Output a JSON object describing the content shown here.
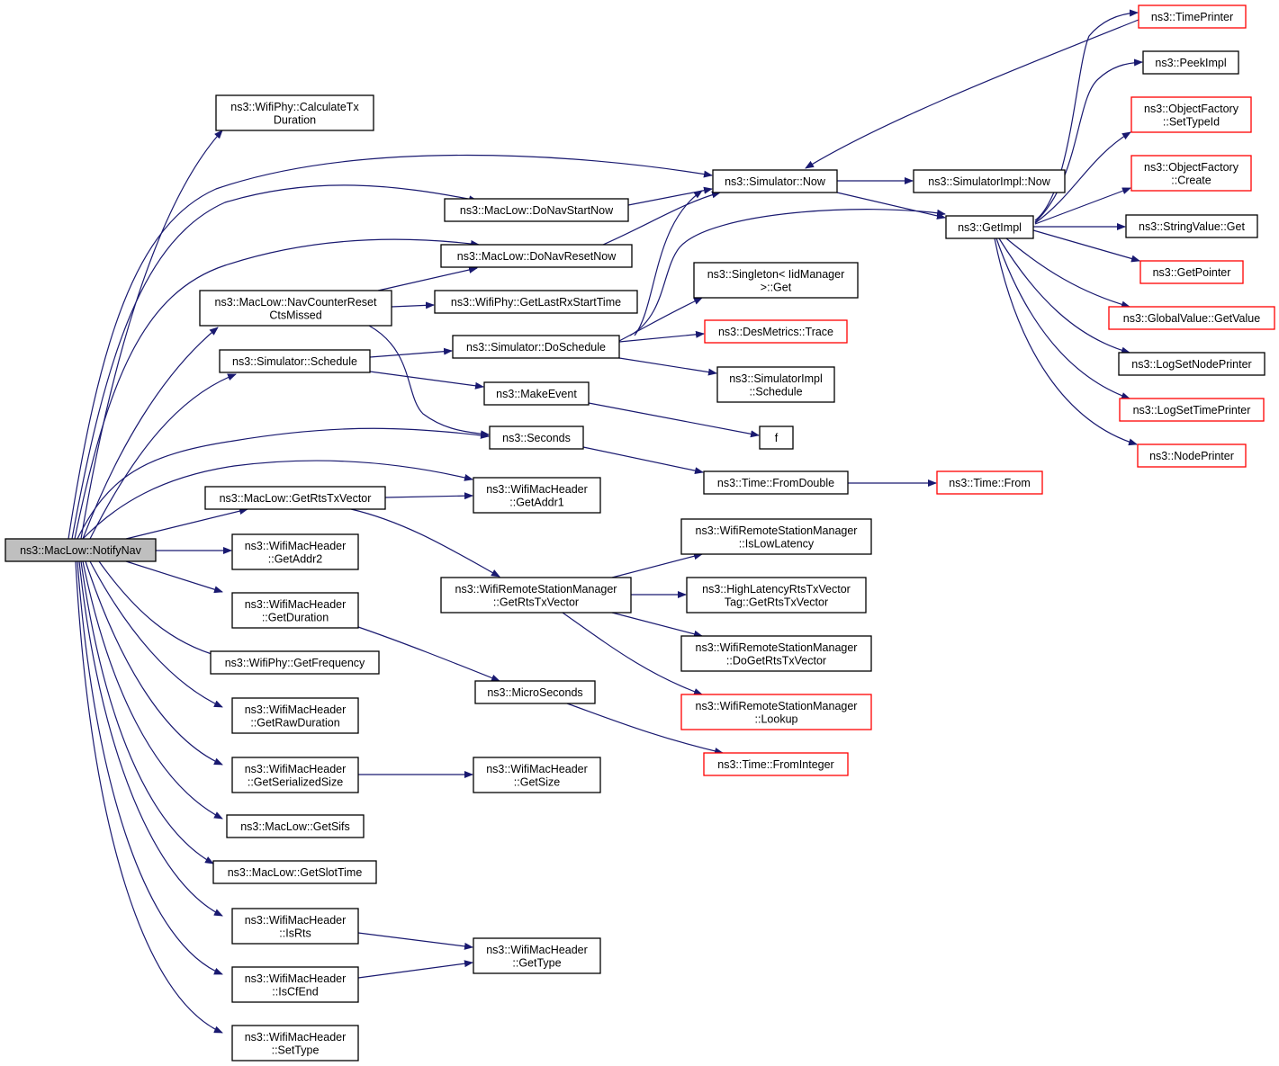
{
  "graph": {
    "edge_color": "#191970",
    "node_border": "#000000",
    "truncated_border": "#ff0000",
    "root_fill": "#bfbfbf",
    "nodes": [
      {
        "id": "notifynav",
        "lines": [
          "ns3::MacLow::NotifyNav"
        ],
        "root": true
      },
      {
        "id": "calctx",
        "lines": [
          "ns3::WifiPhy::CalculateTx",
          "Duration"
        ]
      },
      {
        "id": "donavstart",
        "lines": [
          "ns3::MacLow::DoNavStartNow"
        ]
      },
      {
        "id": "donavreset",
        "lines": [
          "ns3::MacLow::DoNavResetNow"
        ]
      },
      {
        "id": "navcounter",
        "lines": [
          "ns3::MacLow::NavCounterReset",
          "CtsMissed"
        ]
      },
      {
        "id": "getlastrx",
        "lines": [
          "ns3::WifiPhy::GetLastRxStartTime"
        ]
      },
      {
        "id": "schedule",
        "lines": [
          "ns3::Simulator::Schedule"
        ]
      },
      {
        "id": "doschedule",
        "lines": [
          "ns3::Simulator::DoSchedule"
        ]
      },
      {
        "id": "makeevent",
        "lines": [
          "ns3::MakeEvent"
        ]
      },
      {
        "id": "seconds",
        "lines": [
          "ns3::Seconds"
        ]
      },
      {
        "id": "getrtstx",
        "lines": [
          "ns3::MacLow::GetRtsTxVector"
        ]
      },
      {
        "id": "getaddr1",
        "lines": [
          "ns3::WifiMacHeader",
          "::GetAddr1"
        ]
      },
      {
        "id": "getaddr2",
        "lines": [
          "ns3::WifiMacHeader",
          "::GetAddr2"
        ]
      },
      {
        "id": "getduration",
        "lines": [
          "ns3::WifiMacHeader",
          "::GetDuration"
        ]
      },
      {
        "id": "getfrequency",
        "lines": [
          "ns3::WifiPhy::GetFrequency"
        ]
      },
      {
        "id": "getrawduration",
        "lines": [
          "ns3::WifiMacHeader",
          "::GetRawDuration"
        ]
      },
      {
        "id": "getserialized",
        "lines": [
          "ns3::WifiMacHeader",
          "::GetSerializedSize"
        ]
      },
      {
        "id": "getsize",
        "lines": [
          "ns3::WifiMacHeader",
          "::GetSize"
        ]
      },
      {
        "id": "getsifs",
        "lines": [
          "ns3::MacLow::GetSifs"
        ]
      },
      {
        "id": "getslottime",
        "lines": [
          "ns3::MacLow::GetSlotTime"
        ]
      },
      {
        "id": "isrts",
        "lines": [
          "ns3::WifiMacHeader",
          "::IsRts"
        ]
      },
      {
        "id": "iscfend",
        "lines": [
          "ns3::WifiMacHeader",
          "::IsCfEnd"
        ]
      },
      {
        "id": "gettype",
        "lines": [
          "ns3::WifiMacHeader",
          "::GetType"
        ]
      },
      {
        "id": "settype",
        "lines": [
          "ns3::WifiMacHeader",
          "::SetType"
        ]
      },
      {
        "id": "simnow",
        "lines": [
          "ns3::Simulator::Now"
        ]
      },
      {
        "id": "simimplnow",
        "lines": [
          "ns3::SimulatorImpl::Now"
        ]
      },
      {
        "id": "getimpl",
        "lines": [
          "ns3::GetImpl"
        ]
      },
      {
        "id": "singleton",
        "lines": [
          "ns3::Singleton< IidManager",
          ">::Get"
        ]
      },
      {
        "id": "desmetrics",
        "lines": [
          "ns3::DesMetrics::Trace"
        ],
        "truncated": true
      },
      {
        "id": "simimplschedule",
        "lines": [
          "ns3::SimulatorImpl",
          "::Schedule"
        ]
      },
      {
        "id": "f",
        "lines": [
          "f"
        ]
      },
      {
        "id": "fromdouble",
        "lines": [
          "ns3::Time::FromDouble"
        ]
      },
      {
        "id": "timefrom",
        "lines": [
          "ns3::Time::From"
        ],
        "truncated": true
      },
      {
        "id": "wrsmgetrts",
        "lines": [
          "ns3::WifiRemoteStationManager",
          "::GetRtsTxVector"
        ]
      },
      {
        "id": "islowlatency",
        "lines": [
          "ns3::WifiRemoteStationManager",
          "::IsLowLatency"
        ]
      },
      {
        "id": "highlatency",
        "lines": [
          "ns3::HighLatencyRtsTxVector",
          "Tag::GetRtsTxVector"
        ]
      },
      {
        "id": "dogetrts",
        "lines": [
          "ns3::WifiRemoteStationManager",
          "::DoGetRtsTxVector"
        ]
      },
      {
        "id": "lookup",
        "lines": [
          "ns3::WifiRemoteStationManager",
          "::Lookup"
        ],
        "truncated": true
      },
      {
        "id": "microseconds",
        "lines": [
          "ns3::MicroSeconds"
        ]
      },
      {
        "id": "frominteger",
        "lines": [
          "ns3::Time::FromInteger"
        ],
        "truncated": true
      },
      {
        "id": "timeprinter",
        "lines": [
          "ns3::TimePrinter"
        ],
        "truncated": true
      },
      {
        "id": "peekimpl",
        "lines": [
          "ns3::PeekImpl"
        ]
      },
      {
        "id": "ofsettypeid",
        "lines": [
          "ns3::ObjectFactory",
          "::SetTypeId"
        ],
        "truncated": true
      },
      {
        "id": "ofcreate",
        "lines": [
          "ns3::ObjectFactory",
          "::Create"
        ],
        "truncated": true
      },
      {
        "id": "stringvalue",
        "lines": [
          "ns3::StringValue::Get"
        ]
      },
      {
        "id": "getpointer",
        "lines": [
          "ns3::GetPointer"
        ],
        "truncated": true
      },
      {
        "id": "globalvalue",
        "lines": [
          "ns3::GlobalValue::GetValue"
        ],
        "truncated": true
      },
      {
        "id": "lognodeprinter",
        "lines": [
          "ns3::LogSetNodePrinter"
        ]
      },
      {
        "id": "logtimeprinter",
        "lines": [
          "ns3::LogSetTimePrinter"
        ],
        "truncated": true
      },
      {
        "id": "nodeprinter",
        "lines": [
          "ns3::NodePrinter"
        ],
        "truncated": true
      }
    ],
    "edges": [
      {
        "from": "notifynav",
        "to": "calctx"
      },
      {
        "from": "notifynav",
        "to": "simnow"
      },
      {
        "from": "notifynav",
        "to": "donavstart"
      },
      {
        "from": "notifynav",
        "to": "donavreset"
      },
      {
        "from": "notifynav",
        "to": "navcounter"
      },
      {
        "from": "notifynav",
        "to": "schedule"
      },
      {
        "from": "notifynav",
        "to": "seconds"
      },
      {
        "from": "notifynav",
        "to": "getaddr1"
      },
      {
        "from": "notifynav",
        "to": "getrtstx"
      },
      {
        "from": "notifynav",
        "to": "getaddr2"
      },
      {
        "from": "notifynav",
        "to": "getduration"
      },
      {
        "from": "notifynav",
        "to": "getfrequency"
      },
      {
        "from": "notifynav",
        "to": "getrawduration"
      },
      {
        "from": "notifynav",
        "to": "getserialized"
      },
      {
        "from": "notifynav",
        "to": "getsifs"
      },
      {
        "from": "notifynav",
        "to": "getslottime"
      },
      {
        "from": "notifynav",
        "to": "isrts"
      },
      {
        "from": "notifynav",
        "to": "iscfend"
      },
      {
        "from": "notifynav",
        "to": "settype"
      },
      {
        "from": "donavstart",
        "to": "simnow"
      },
      {
        "from": "donavreset",
        "to": "simnow"
      },
      {
        "from": "navcounter",
        "to": "donavreset"
      },
      {
        "from": "navcounter",
        "to": "getlastrx"
      },
      {
        "from": "navcounter",
        "to": "seconds"
      },
      {
        "from": "schedule",
        "to": "doschedule"
      },
      {
        "from": "schedule",
        "to": "makeevent"
      },
      {
        "from": "doschedule",
        "to": "simnow"
      },
      {
        "from": "doschedule",
        "to": "getimpl"
      },
      {
        "from": "doschedule",
        "to": "singleton"
      },
      {
        "from": "doschedule",
        "to": "desmetrics"
      },
      {
        "from": "doschedule",
        "to": "simimplschedule"
      },
      {
        "from": "makeevent",
        "to": "f"
      },
      {
        "from": "seconds",
        "to": "fromdouble"
      },
      {
        "from": "fromdouble",
        "to": "timefrom"
      },
      {
        "from": "getrtstx",
        "to": "getaddr1"
      },
      {
        "from": "getrtstx",
        "to": "wrsmgetrts"
      },
      {
        "from": "wrsmgetrts",
        "to": "islowlatency"
      },
      {
        "from": "wrsmgetrts",
        "to": "highlatency"
      },
      {
        "from": "wrsmgetrts",
        "to": "dogetrts"
      },
      {
        "from": "wrsmgetrts",
        "to": "lookup"
      },
      {
        "from": "getduration",
        "to": "microseconds"
      },
      {
        "from": "microseconds",
        "to": "frominteger"
      },
      {
        "from": "getserialized",
        "to": "getsize"
      },
      {
        "from": "isrts",
        "to": "gettype"
      },
      {
        "from": "iscfend",
        "to": "gettype"
      },
      {
        "from": "simnow",
        "to": "simimplnow"
      },
      {
        "from": "simnow",
        "to": "getimpl"
      },
      {
        "from": "timeprinter",
        "to": "simnow"
      },
      {
        "from": "getimpl",
        "to": "timeprinter"
      },
      {
        "from": "getimpl",
        "to": "peekimpl"
      },
      {
        "from": "getimpl",
        "to": "ofsettypeid"
      },
      {
        "from": "getimpl",
        "to": "ofcreate"
      },
      {
        "from": "getimpl",
        "to": "stringvalue"
      },
      {
        "from": "getimpl",
        "to": "getpointer"
      },
      {
        "from": "getimpl",
        "to": "globalvalue"
      },
      {
        "from": "getimpl",
        "to": "lognodeprinter"
      },
      {
        "from": "getimpl",
        "to": "logtimeprinter"
      },
      {
        "from": "getimpl",
        "to": "nodeprinter"
      }
    ]
  }
}
